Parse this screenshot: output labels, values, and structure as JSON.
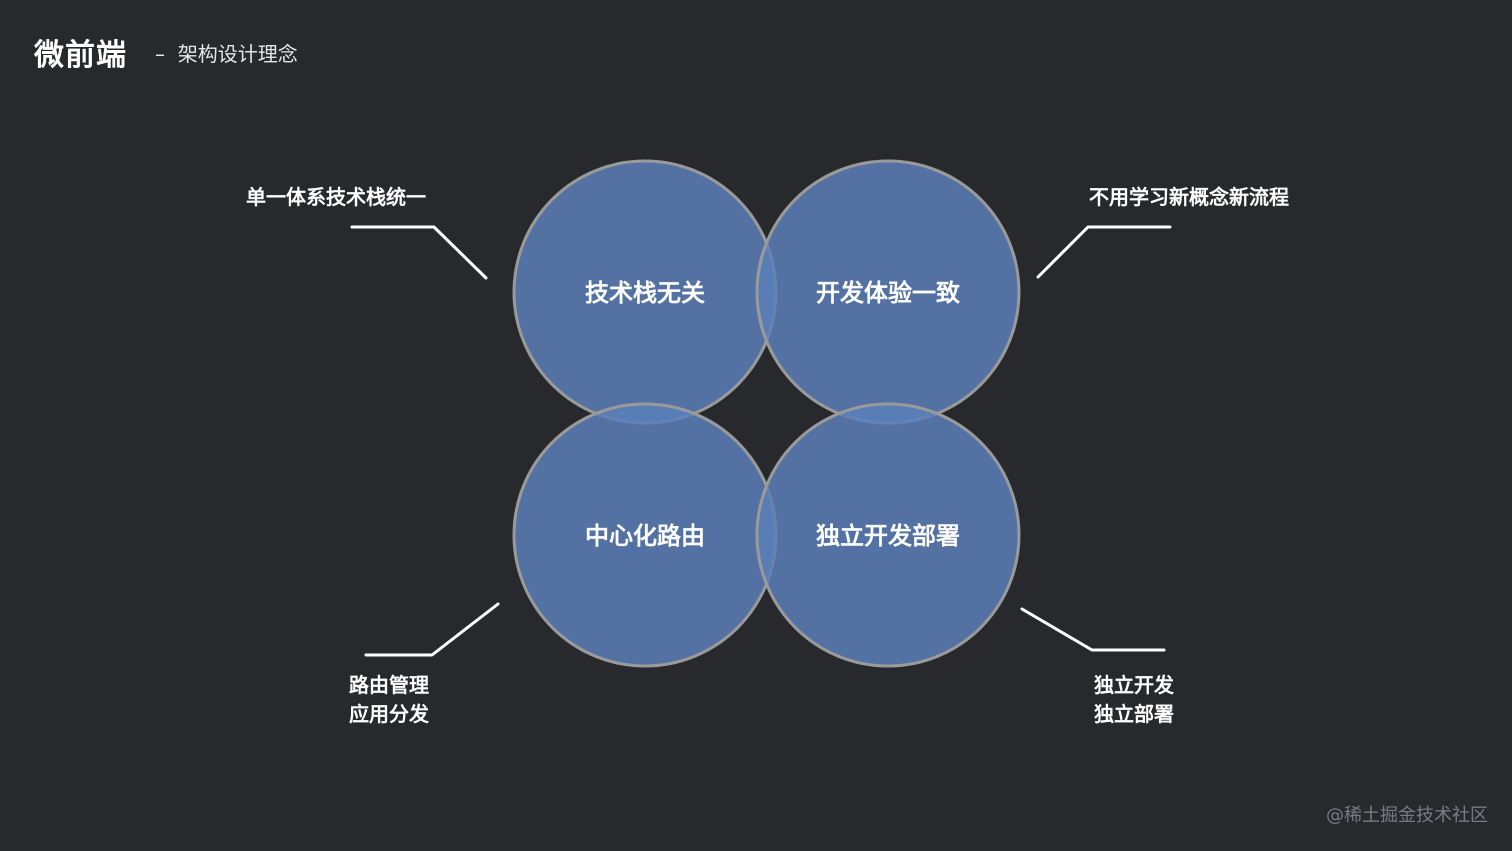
{
  "header": {
    "title": "微前端",
    "subtitle": "–  架构设计理念"
  },
  "circles": [
    {
      "label": "技术栈无关"
    },
    {
      "label": "开发体验一致"
    },
    {
      "label": "中心化路由"
    },
    {
      "label": "独立开发部署"
    }
  ],
  "notes": {
    "top_left": [
      "单一体系技术栈统一"
    ],
    "top_right": [
      "不用学习新概念新流程"
    ],
    "bottom_left": [
      "路由管理",
      "应用分发"
    ],
    "bottom_right": [
      "独立开发",
      "独立部署"
    ]
  },
  "colors": {
    "background": "#28292d",
    "circle_fill": "#5b7fb8",
    "overlap": "#5b8fd6",
    "circle_stroke": "#9a9a9a"
  },
  "watermark": "@稀土掘金技术社区"
}
